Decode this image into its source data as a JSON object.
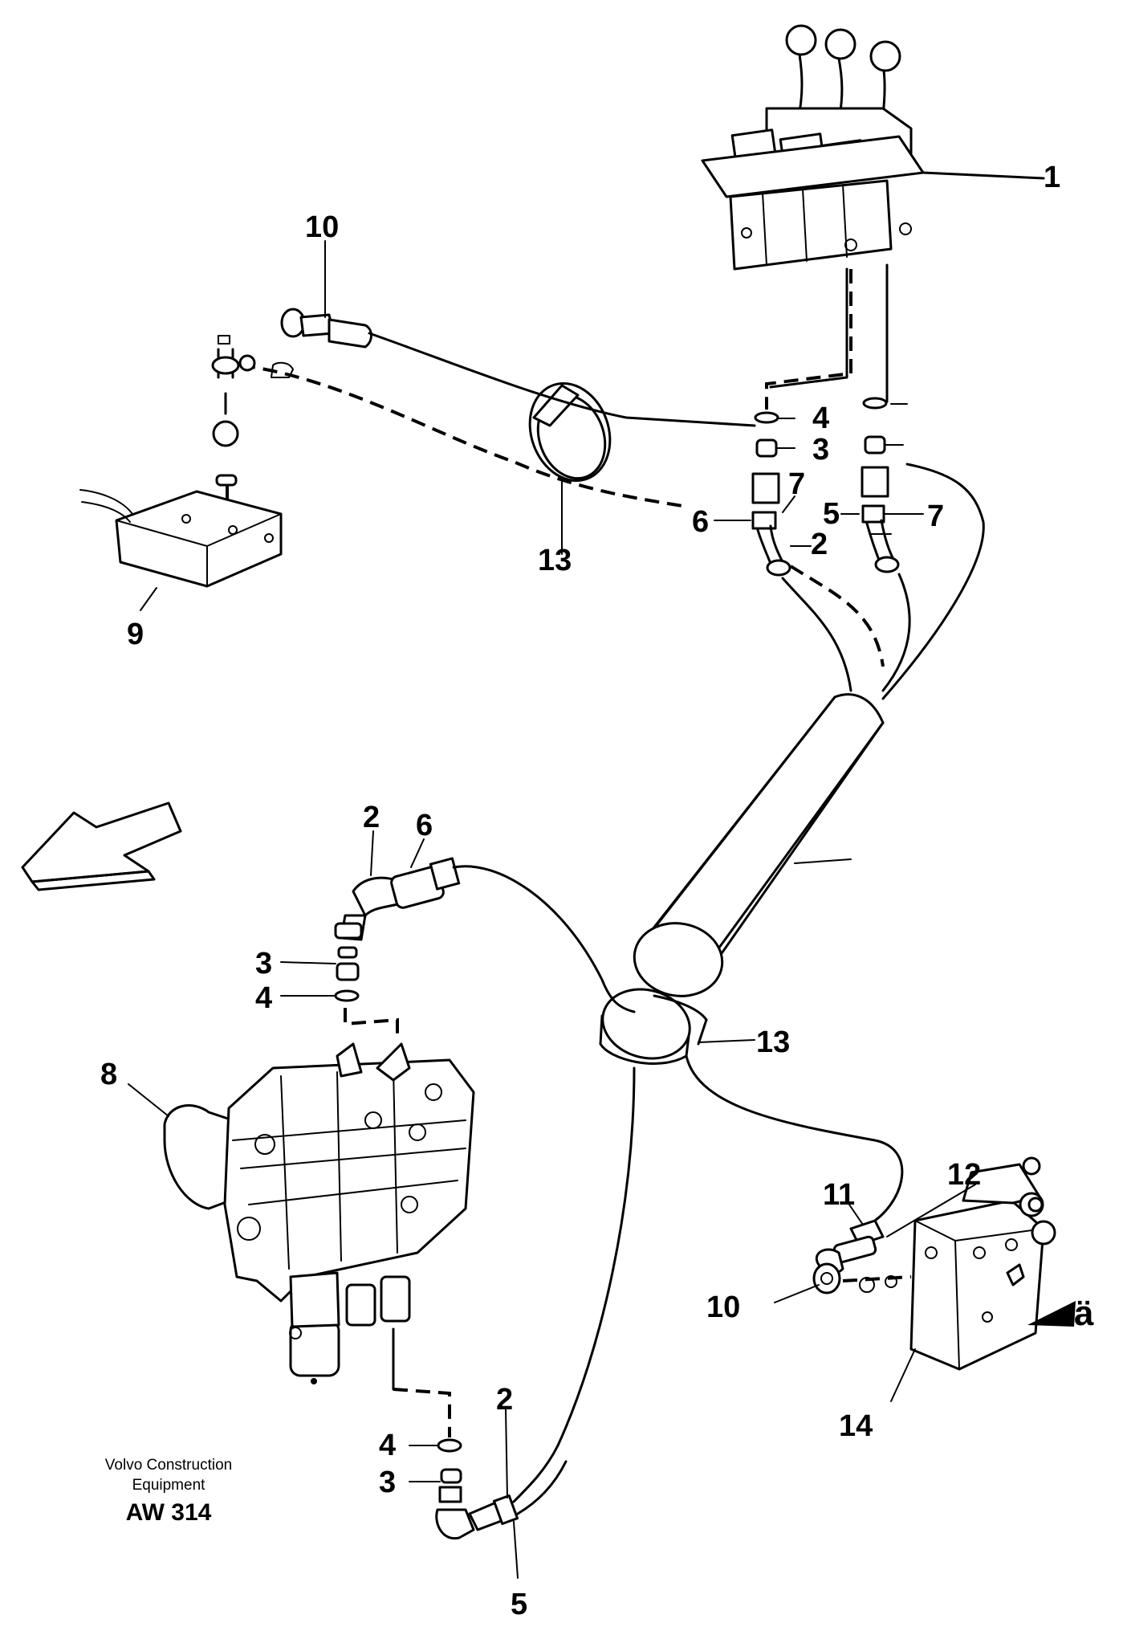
{
  "callouts": {
    "c1": "1",
    "c2a": "2",
    "c2b": "2",
    "c2c": "2",
    "c3a": "3",
    "c3b": "3",
    "c3c": "3",
    "c4a": "4",
    "c4b": "4",
    "c4c": "4",
    "c5a": "5",
    "c5b": "5",
    "c6a": "6",
    "c6b": "6",
    "c7a": "7",
    "c7b": "7",
    "c8": "8",
    "c9": "9",
    "c10a": "10",
    "c10b": "10",
    "c11": "11",
    "c12": "12",
    "c13a": "13",
    "c13b": "13",
    "c14": "14",
    "view_marker": "ä"
  },
  "footer": {
    "company_line1": "Volvo Construction",
    "company_line2": "Equipment",
    "drawing_code": "AW 314"
  }
}
